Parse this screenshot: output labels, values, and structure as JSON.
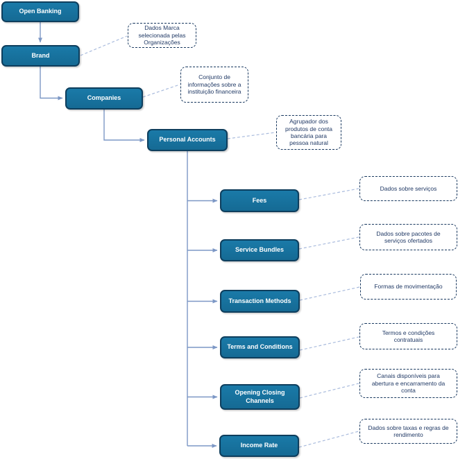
{
  "diagram": {
    "type": "hierarchy-flowchart",
    "language": "pt-BR / en",
    "colors": {
      "node_fill": "#17719e",
      "node_border": "#0e3e5d",
      "node_text": "#ffffff",
      "callout_border": "#17375e",
      "callout_text": "#1f3864",
      "connector": "#7c97c5",
      "callout_connector": "#a9bbdd",
      "background": "#ffffff"
    }
  },
  "nodes": [
    {
      "id": "open-banking",
      "label": "Open Banking"
    },
    {
      "id": "brand",
      "label": "Brand"
    },
    {
      "id": "companies",
      "label": "Companies"
    },
    {
      "id": "personal-accounts",
      "label": "Personal Accounts"
    },
    {
      "id": "fees",
      "label": "Fees"
    },
    {
      "id": "service-bundles",
      "label": "Service Bundles"
    },
    {
      "id": "transaction-methods",
      "label": "Transaction Methods"
    },
    {
      "id": "terms-and-conditions",
      "label": "Terms and Conditions"
    },
    {
      "id": "opening-closing-channels",
      "label": "Opening Closing Channels"
    },
    {
      "id": "income-rate",
      "label": "Income Rate"
    }
  ],
  "callouts": [
    {
      "for": "brand",
      "text": "Dados Marca selecionada pelas Organizações"
    },
    {
      "for": "companies",
      "text": "Conjunto de informações sobre a instituição financeira"
    },
    {
      "for": "personal-accounts",
      "text": "Agrupador dos produtos de conta bancária para pessoa natural"
    },
    {
      "for": "fees",
      "text": "Dados sobre serviços"
    },
    {
      "for": "service-bundles",
      "text": "Dados sobre pacotes de serviços ofertados"
    },
    {
      "for": "transaction-methods",
      "text": "Formas de movimentação"
    },
    {
      "for": "terms-and-conditions",
      "text": "Termos e condições contratuais"
    },
    {
      "for": "opening-closing-channels",
      "text": "Canais disponíveis para abertura e encarramento da conta"
    },
    {
      "for": "income-rate",
      "text": "Dados sobre taxas e regras de rendimento"
    }
  ],
  "edges": [
    {
      "from": "open-banking",
      "to": "brand"
    },
    {
      "from": "brand",
      "to": "companies"
    },
    {
      "from": "companies",
      "to": "personal-accounts"
    },
    {
      "from": "personal-accounts",
      "to": "fees"
    },
    {
      "from": "personal-accounts",
      "to": "service-bundles"
    },
    {
      "from": "personal-accounts",
      "to": "transaction-methods"
    },
    {
      "from": "personal-accounts",
      "to": "terms-and-conditions"
    },
    {
      "from": "personal-accounts",
      "to": "opening-closing-channels"
    },
    {
      "from": "personal-accounts",
      "to": "income-rate"
    }
  ]
}
